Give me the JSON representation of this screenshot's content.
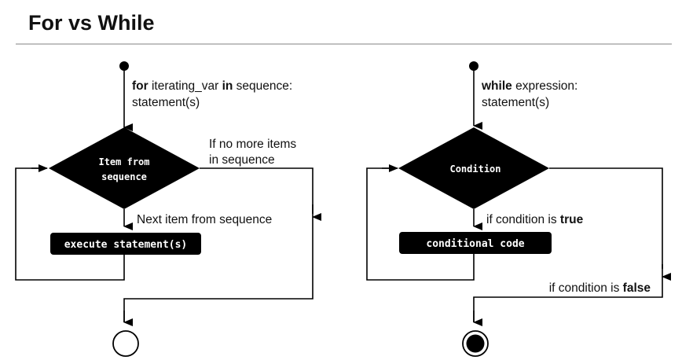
{
  "title": "For vs While",
  "for_loop": {
    "header_keyword_1": "for",
    "header_var": " iterating_var ",
    "header_keyword_2": "in",
    "header_rest": " sequence:",
    "header_line2": "statement(s)",
    "decision_line1": "Item from",
    "decision_line2": "sequence",
    "exit_label_line1": "If no more items",
    "exit_label_line2": "in sequence",
    "next_label": "Next item from sequence",
    "process_label": "execute statement(s)"
  },
  "while_loop": {
    "header_keyword": "while",
    "header_rest": " expression:",
    "header_line2": "statement(s)",
    "decision_label": "Condition",
    "true_label_prefix": "if condition is ",
    "true_label_keyword": "true",
    "process_label": "conditional code",
    "false_label_prefix": "if condition is ",
    "false_label_keyword": "false"
  },
  "colors": {
    "shape_fill": "#000000",
    "shape_text": "#ffffff",
    "line": "#000000",
    "rule": "#9a9a9a"
  }
}
